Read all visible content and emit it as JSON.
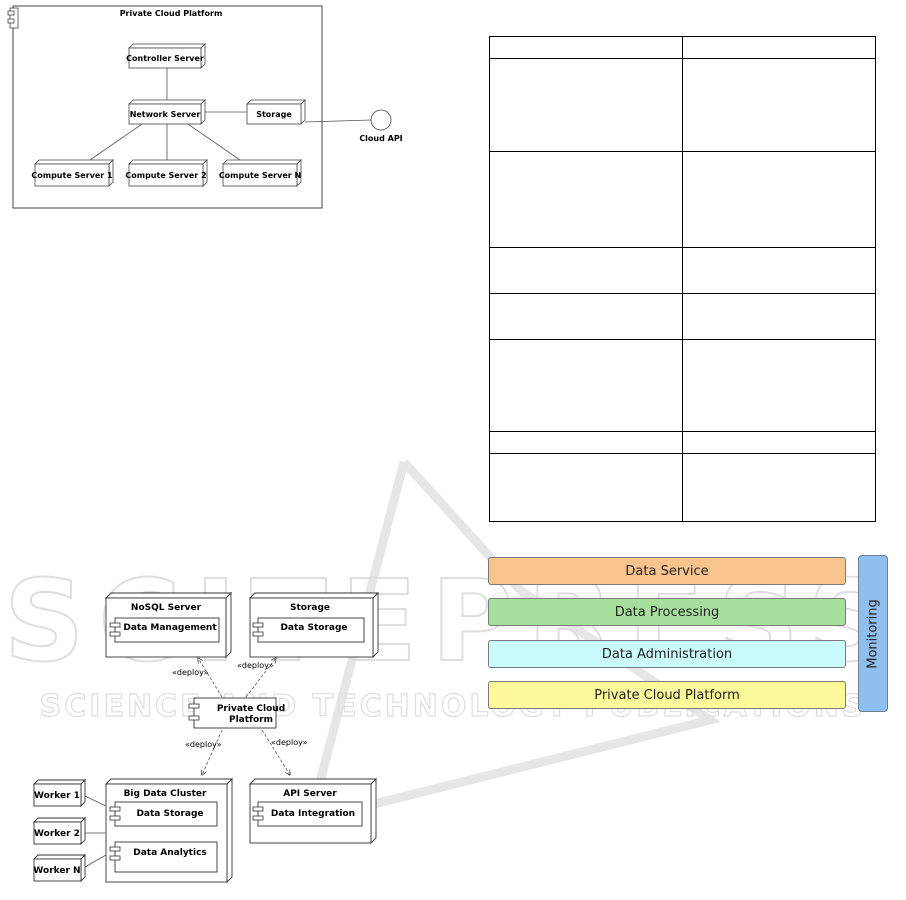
{
  "diagram1": {
    "title": "Private Cloud Platform",
    "nodes": {
      "controller": "Controller Server",
      "network": "Network Server",
      "storage": "Storage",
      "compute1": "Compute Server 1",
      "compute2": "Compute Server 2",
      "computeN": "Compute Server N"
    },
    "interface": "Cloud API"
  },
  "diagram2": {
    "nosql": {
      "title": "NoSQL Server",
      "component": "Data Management"
    },
    "storage": {
      "title": "Storage",
      "component": "Data Storage"
    },
    "platform": {
      "line1": "Private Cloud",
      "line2": "Platform"
    },
    "bigdata": {
      "title": "Big Data Cluster",
      "component1": "Data Storage",
      "component2": "Data Analytics"
    },
    "api": {
      "title": "API Server",
      "component": "Data Integration"
    },
    "workers": [
      "Worker 1",
      "Worker 2",
      "Worker N"
    ],
    "deploy": "«deploy»"
  },
  "layers": {
    "items": [
      "Data Service",
      "Data Processing",
      "Data Administration",
      "Private Cloud Platform"
    ],
    "monitoring": "Monitoring",
    "colors": [
      "#f9c38e",
      "#a7df9c",
      "#cbfcfd",
      "#fbf99a"
    ],
    "monitoring_color": "#8fbfee"
  },
  "watermark": {
    "line1": "SCITEPRESS",
    "line2": "SCIENCE AND TECHNOLOGY PUBLICATIONS"
  }
}
